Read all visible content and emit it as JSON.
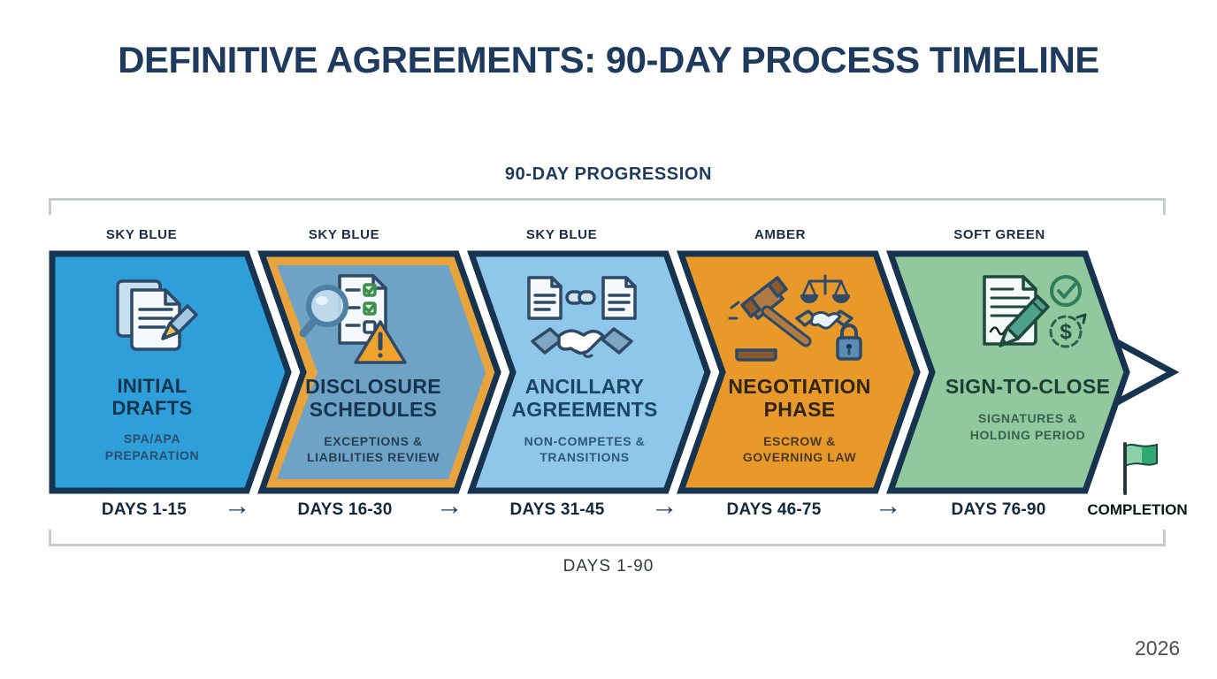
{
  "slide": {
    "title": "DEFINITIVE AGREEMENTS: 90-DAY PROCESS TIMELINE",
    "year": "2026"
  },
  "progression": {
    "label": "90-DAY PROGRESSION",
    "span_label": "DAYS 1-90"
  },
  "completion": {
    "label": "COMPLETION",
    "icon": "flag-icon"
  },
  "arrow_glyph": "→",
  "phases": [
    {
      "color_label": "SKY BLUE",
      "title": "INITIAL DRAFTS",
      "subtitle": "SPA/APA PREPARATION",
      "days": "DAYS 1-15",
      "fill": "#2F9FD9",
      "icon": "documents-pencil-icon"
    },
    {
      "color_label": "SKY BLUE",
      "title": "DISCLOSURE SCHEDULES",
      "subtitle": "EXCEPTIONS & LIABILITIES REVIEW",
      "days": "DAYS 16-30",
      "fill": "#6FA3C6",
      "border": "#E8A33C",
      "icon": "magnifier-checklist-warning-icon"
    },
    {
      "color_label": "SKY BLUE",
      "title": "ANCILLARY AGREEMENTS",
      "subtitle": "NON-COMPETES & TRANSITIONS",
      "days": "DAYS 31-45",
      "fill": "#8FC7EA",
      "icon": "linked-documents-handshake-icon"
    },
    {
      "color_label": "AMBER",
      "title": "NEGOTIATION PHASE",
      "subtitle": "ESCROW & GOVERNING LAW",
      "days": "DAYS 46-75",
      "fill": "#E9992A",
      "icon": "gavel-scales-lock-icon"
    },
    {
      "color_label": "SOFT GREEN",
      "title": "SIGN-TO-CLOSE",
      "subtitle": "SIGNATURES & HOLDING PERIOD",
      "days": "DAYS 76-90",
      "fill": "#92C89E",
      "icon": "contract-pen-check-icon"
    }
  ],
  "colors": {
    "navy_border": "#16344F",
    "title_navy": "#1E3A5F",
    "bracket_gray": "#C9CCCF",
    "amber_accent": "#E8A33C",
    "flag_green": "#2FA874"
  }
}
